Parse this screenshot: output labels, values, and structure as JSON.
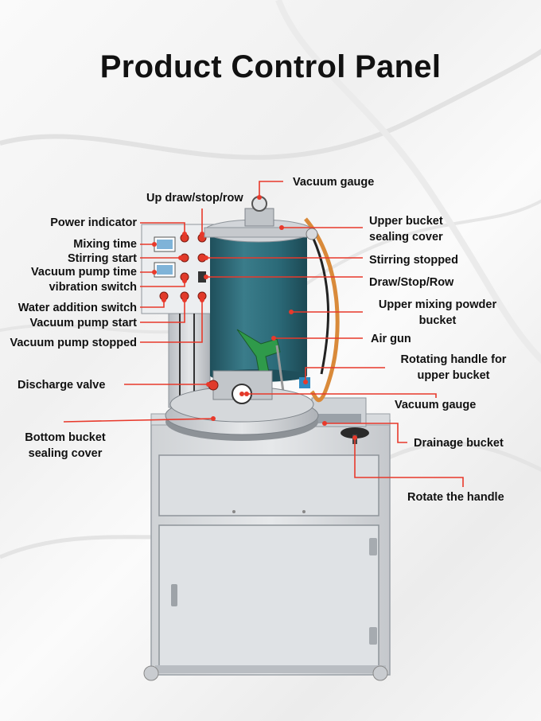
{
  "title": "Product Control Panel",
  "labels": {
    "vacuum_gauge_top": "Vacuum gauge",
    "up_draw": "Up draw/stop/row",
    "power_indicator": "Power indicator",
    "mixing_time": "Mixing time",
    "stirring_start": "Stirring start",
    "vacuum_pump_time": "Vacuum pump time",
    "vibration_switch": "vibration switch",
    "water_addition_switch": "Water addition switch",
    "vacuum_pump_start": "Vacuum pump start",
    "vacuum_pump_stopped": "Vacuum pump stopped",
    "discharge_valve": "Discharge valve",
    "bottom_bucket_line1": "Bottom bucket",
    "bottom_bucket_line2": "sealing cover",
    "upper_bucket_line1": "Upper bucket",
    "upper_bucket_line2": "sealing cover",
    "stirring_stopped": "Stirring stopped",
    "draw_stop_row": "Draw/Stop/Row",
    "upper_mixing_line1": "Upper mixing powder",
    "upper_mixing_line2": "bucket",
    "air_gun": "Air gun",
    "rotating_handle_line1": "Rotating handle for",
    "rotating_handle_line2": "upper bucket",
    "vacuum_gauge_bottom": "Vacuum gauge",
    "drainage_bucket": "Drainage bucket",
    "rotate_the_handle": "Rotate the handle"
  },
  "colors": {
    "leader": "#e8392b",
    "bucket": "#2b6a78",
    "steel": "#c9ccd0",
    "text": "#111111"
  }
}
